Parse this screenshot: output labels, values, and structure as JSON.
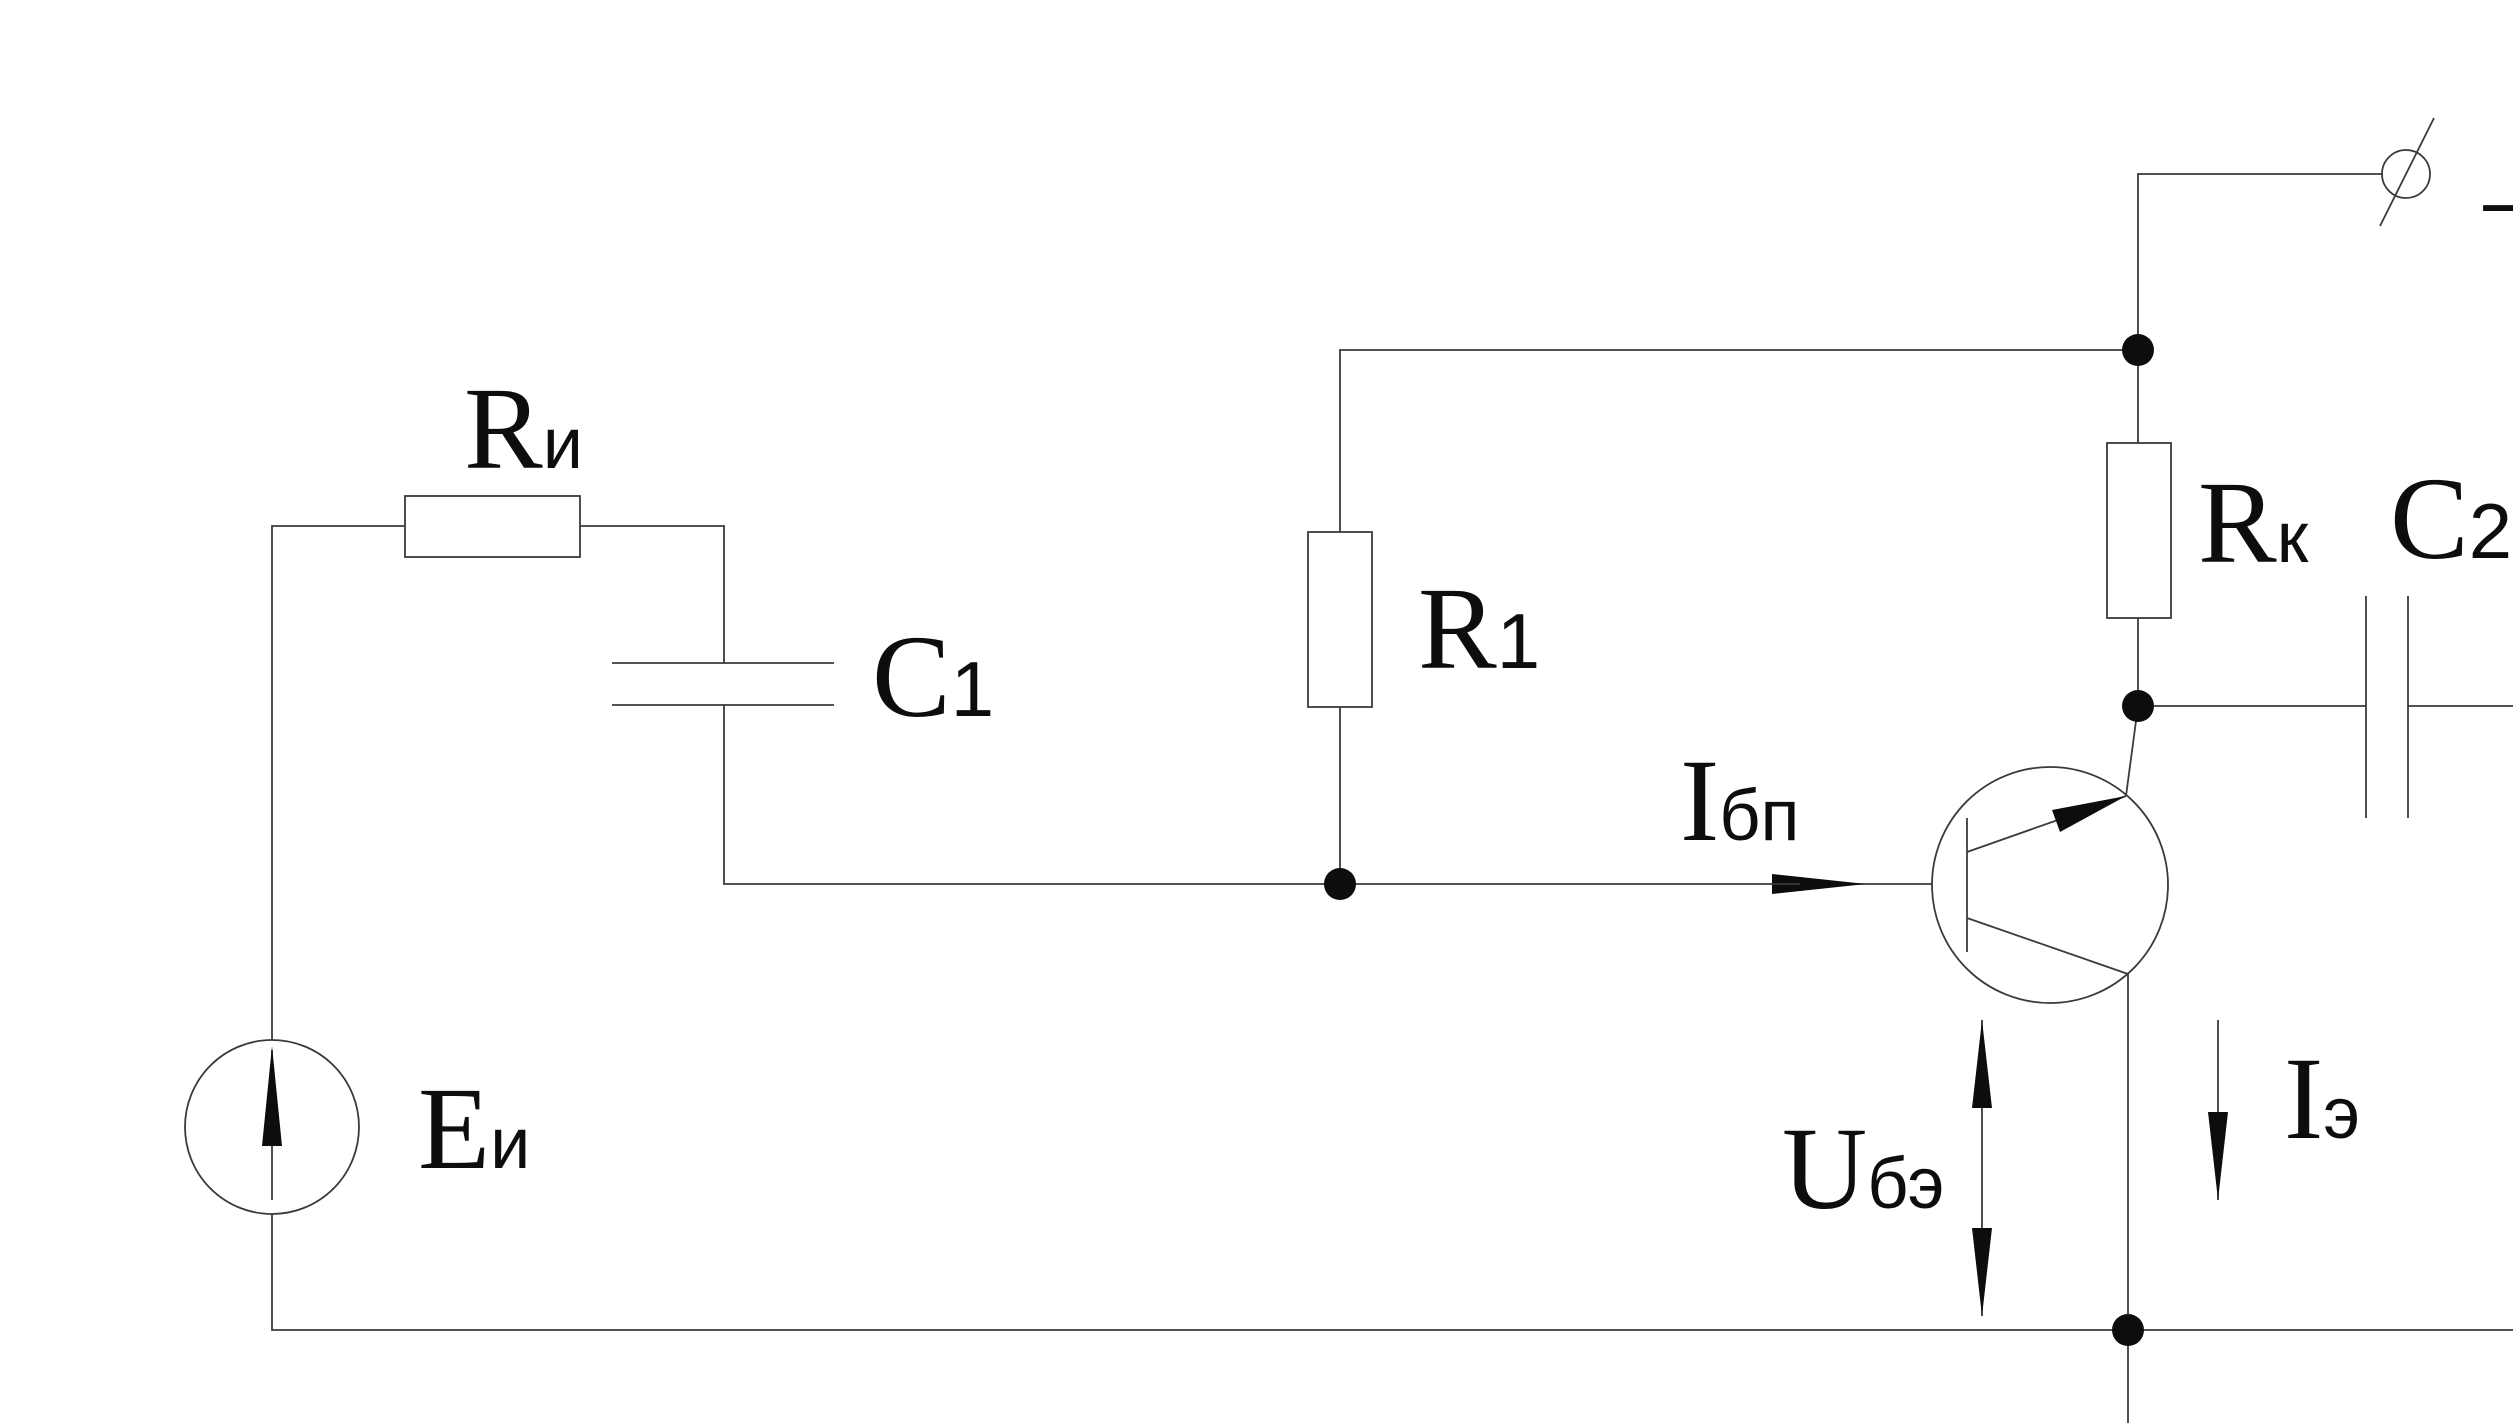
{
  "labels": {
    "r_source": {
      "main": "R",
      "sub": "и"
    },
    "c1": {
      "main": "C",
      "sub": "1"
    },
    "r1": {
      "main": "R",
      "sub": "1"
    },
    "rk": {
      "main": "R",
      "sub": "к"
    },
    "c2": {
      "main": "C",
      "sub": "2"
    },
    "e_source": {
      "main": "E",
      "sub": "и"
    },
    "i_base": {
      "main": "I",
      "sub": "бп"
    },
    "u_be": {
      "main": "U",
      "sub": "бэ"
    },
    "i_emitter": {
      "main": "I",
      "sub": "э"
    },
    "supply_terminal": {
      "main": "_"
    }
  },
  "colors": {
    "wire": "#3a3a3a",
    "ink": "#0d0d0d",
    "background": "#ffffff"
  }
}
